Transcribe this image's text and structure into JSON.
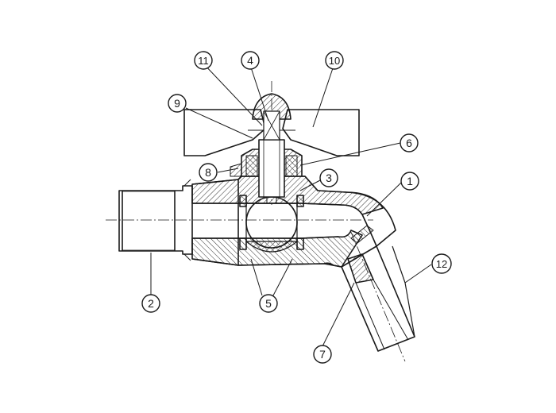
{
  "callouts": [
    {
      "id": "1",
      "label": "1"
    },
    {
      "id": "2",
      "label": "2"
    },
    {
      "id": "3",
      "label": "3"
    },
    {
      "id": "4",
      "label": "4"
    },
    {
      "id": "5",
      "label": "5"
    },
    {
      "id": "6",
      "label": "6"
    },
    {
      "id": "7",
      "label": "7"
    },
    {
      "id": "8",
      "label": "8"
    },
    {
      "id": "9",
      "label": "9"
    },
    {
      "id": "10",
      "label": "10"
    },
    {
      "id": "11",
      "label": "11"
    },
    {
      "id": "12",
      "label": "12"
    }
  ],
  "colors": {
    "ink": "#1a1a1a",
    "background": "#ffffff"
  }
}
